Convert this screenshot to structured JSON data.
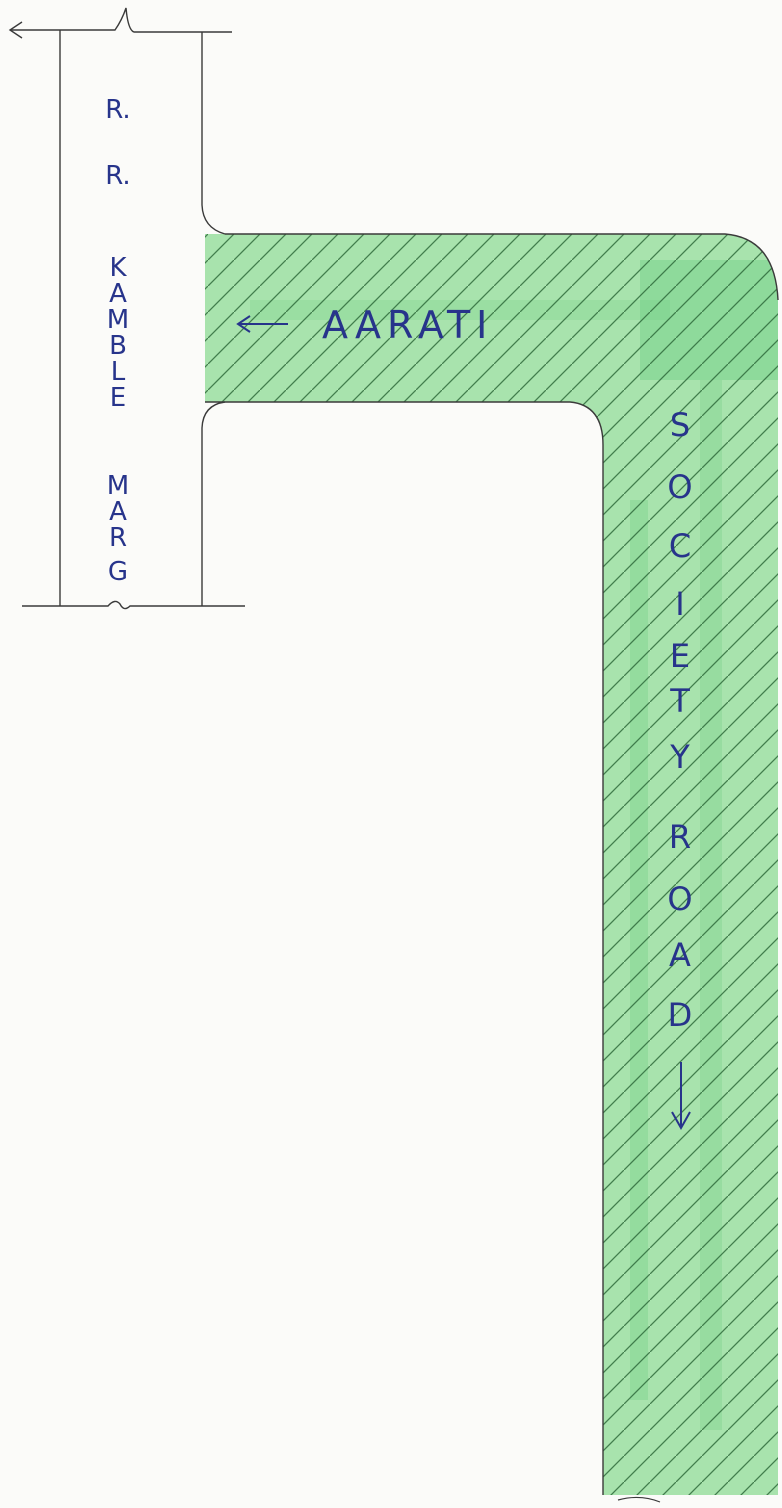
{
  "colors": {
    "ink_pencil": "#3a3a3a",
    "ink_blue": "#27348b",
    "road_fill": "#a8e3ad",
    "road_fill_dark": "#6fce84",
    "hatch": "#2f6b3b",
    "paper": "#fbfbf9"
  },
  "main_road": {
    "letters": [
      "R.",
      "R.",
      "K",
      "A",
      "M",
      "B",
      "L",
      "E",
      "M",
      "A",
      "R",
      "G"
    ]
  },
  "access_road": {
    "label": "AARATI",
    "arrow_direction": "left"
  },
  "society_road": {
    "letters": [
      "S",
      "O",
      "C",
      "I",
      "E",
      "T",
      "Y",
      "R",
      "O",
      "A",
      "D"
    ],
    "arrow_direction": "down"
  }
}
